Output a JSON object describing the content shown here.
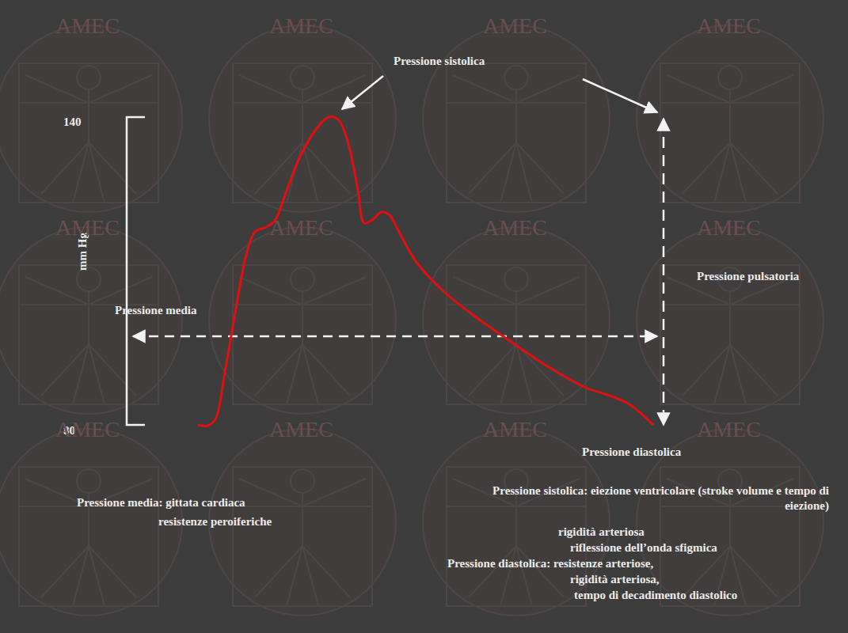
{
  "diagram": {
    "labels": [
      "Pressione sistolica",
      "140",
      "mm Hg",
      "Pressione media",
      "Pressione pulsatoria",
      "80",
      "Pressione diastolica",
      "Pressione media: gittata cardiaca",
      "resistenze peroiferiche",
      "Pressione sistolica: eiezione ventricolare (stroke volume e tempo di eiezione)",
      "rigidità arteriosa",
      "riflessione dell’onda sfigmica",
      "Pressione diastolica: resistenze arteriose,",
      "rigidità arteriosa,",
      "tempo di decadimento diastolico",
      "AMEC",
      "AMEC",
      "AMEC",
      "AMEC",
      "AMEC",
      "AMEC",
      "AMEC",
      "AMEC",
      "AMEC",
      "AMEC",
      "AMEC",
      "AMEC"
    ]
  }
}
